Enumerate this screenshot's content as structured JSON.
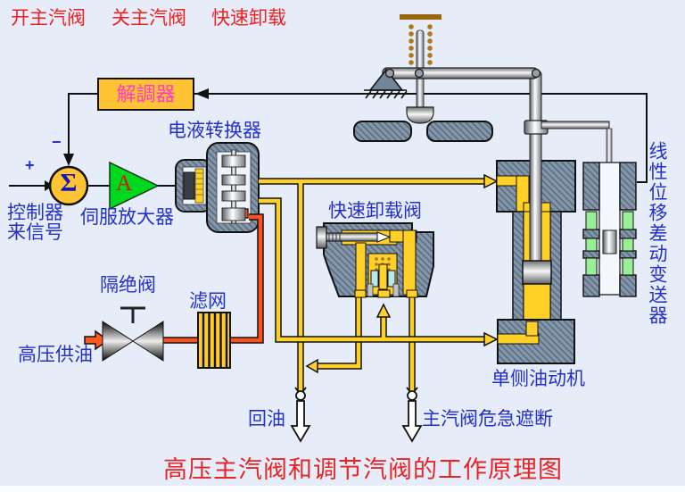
{
  "canvas": {
    "bg": "#e6edf8"
  },
  "colors": {
    "label_blue": "#2431c8",
    "label_red": "#ee1f1f",
    "demodulator_text_magenta": "#ff3ccc",
    "pipe_yellow": "#ffd02a",
    "pipe_red": "#ff4f1a",
    "amplifier_green": "#00d820",
    "lvdt_green": "#98ef98",
    "housing_gray": "#8496aa"
  },
  "top_labels": {
    "open_valve": "开主汽阀",
    "close_valve": "关主汽阀",
    "fast_unload": "快速卸载"
  },
  "control_chain": {
    "demodulator": "解調器",
    "converter": "电液转换器",
    "servo_amplifier": "伺服放大器",
    "amplifier_symbol": "A",
    "sum_symbol": "Σ",
    "plus_sign": "+",
    "minus_sign": "−",
    "controller_line1": "控制器",
    "controller_line2": "来信号"
  },
  "components": {
    "quick_unload_valve": "快速卸载阀",
    "isolation_valve": "隔绝阀",
    "filter": "滤网",
    "hp_oil_supply": "高压供油",
    "oil_return": "回油",
    "emergency_trip": "主汽阀危急遮断",
    "oil_motor": "单侧油动机",
    "lvdt": "线性位移差动变送器"
  },
  "title": "高压主汽阀和调节汽阀的工作原理图"
}
